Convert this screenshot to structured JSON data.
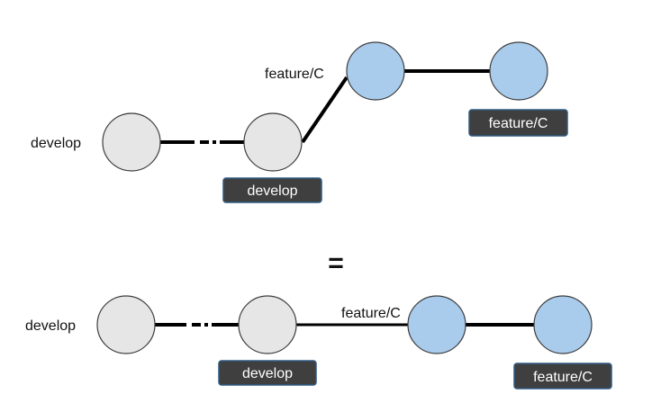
{
  "colors": {
    "edge": "#000000",
    "develop_commit_fill": "#e6e6e6",
    "feature_commit_fill": "#a9cbec",
    "commit_stroke": "#3d3d3d",
    "tag_fill": "#3f3f3f",
    "tag_border": "#2f5b84",
    "tag_text": "#ffffff"
  },
  "top_diagram": {
    "develop_label": "develop",
    "feature_label": "feature/C",
    "develop_tag": "develop",
    "feature_tag": "feature/C"
  },
  "equals_sign": "=",
  "bottom_diagram": {
    "develop_label": "develop",
    "feature_label": "feature/C",
    "develop_tag": "develop",
    "feature_tag": "feature/C"
  }
}
